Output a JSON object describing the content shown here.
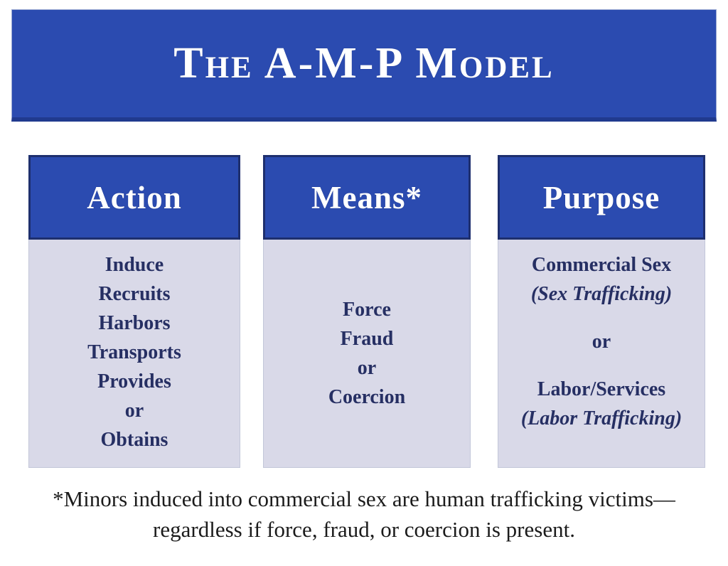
{
  "title": "The A-M-P Model",
  "colors": {
    "banner_blue": "#2b4bb0",
    "banner_bottom_edge": "#203a8e",
    "column_header_border": "#1e2f6e",
    "column_body_background": "#d9d9e8",
    "column_body_text": "#262f63",
    "header_text": "#ffffff",
    "footnote_text": "#1b1b1b",
    "page_background": "#ffffff"
  },
  "columns": [
    {
      "header": "Action",
      "items": [
        "Induce",
        "Recruits",
        "Harbors",
        "Transports",
        "Provides",
        "or",
        "Obtains"
      ]
    },
    {
      "header": "Means*",
      "items": [
        "Force",
        "Fraud",
        "or",
        "Coercion"
      ]
    },
    {
      "header": "Purpose",
      "items": [
        "Commercial Sex",
        "(Sex Trafficking)",
        "or",
        "Labor/Services",
        "(Labor Trafficking)"
      ]
    }
  ],
  "footnote": {
    "line1": "*Minors induced into commercial sex are human trafficking victims—",
    "line2": "regardless if force, fraud, or coercion is present."
  }
}
